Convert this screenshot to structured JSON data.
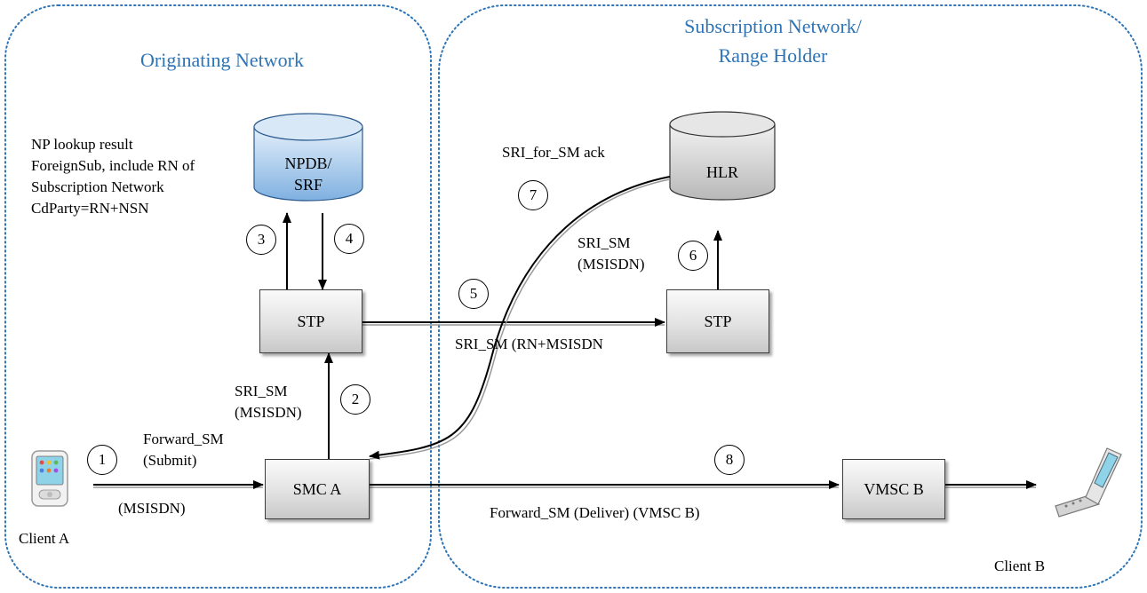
{
  "regions": {
    "originating": {
      "title": "Originating Network"
    },
    "subscription": {
      "title_line1": "Subscription Network/",
      "title_line2": "Range Holder"
    }
  },
  "nodes": {
    "npdb": {
      "line1": "NPDB/",
      "line2": "SRF"
    },
    "hlr": {
      "label": "HLR"
    },
    "stp_a": {
      "label": "STP"
    },
    "stp_b": {
      "label": "STP"
    },
    "smc_a": {
      "label": "SMC A"
    },
    "vmsc_b": {
      "label": "VMSC B"
    }
  },
  "clients": {
    "a": {
      "label": "Client A"
    },
    "b": {
      "label": "Client B"
    }
  },
  "steps": [
    "1",
    "2",
    "3",
    "4",
    "5",
    "6",
    "7",
    "8"
  ],
  "annotations": {
    "np_lookup": [
      "NP lookup result",
      "ForeignSub, include RN of",
      "Subscription Network",
      "CdParty=RN+NSN"
    ],
    "forward_sm_submit": [
      "Forward_SM",
      "(Submit)"
    ],
    "msisdn_a": "(MSISDN)",
    "sri_sm_msisdn_a": [
      "SRI_SM",
      "(MSISDN)"
    ],
    "sri_sm_rn": "SRI_SM (RN+MSISDN",
    "sri_for_sm_ack": "SRI_for_SM ack",
    "sri_sm_msisdn_b": [
      "SRI_SM",
      "(MSISDN)"
    ],
    "forward_sm_deliver": "Forward_SM (Deliver) (VMSC B)"
  },
  "colors": {
    "region_title": "#2e74b5",
    "region_border": "#2e74b5",
    "npdb_fill": "#9cc3e6",
    "hlr_fill": "#c8c8c8",
    "arrow": "#000000"
  }
}
